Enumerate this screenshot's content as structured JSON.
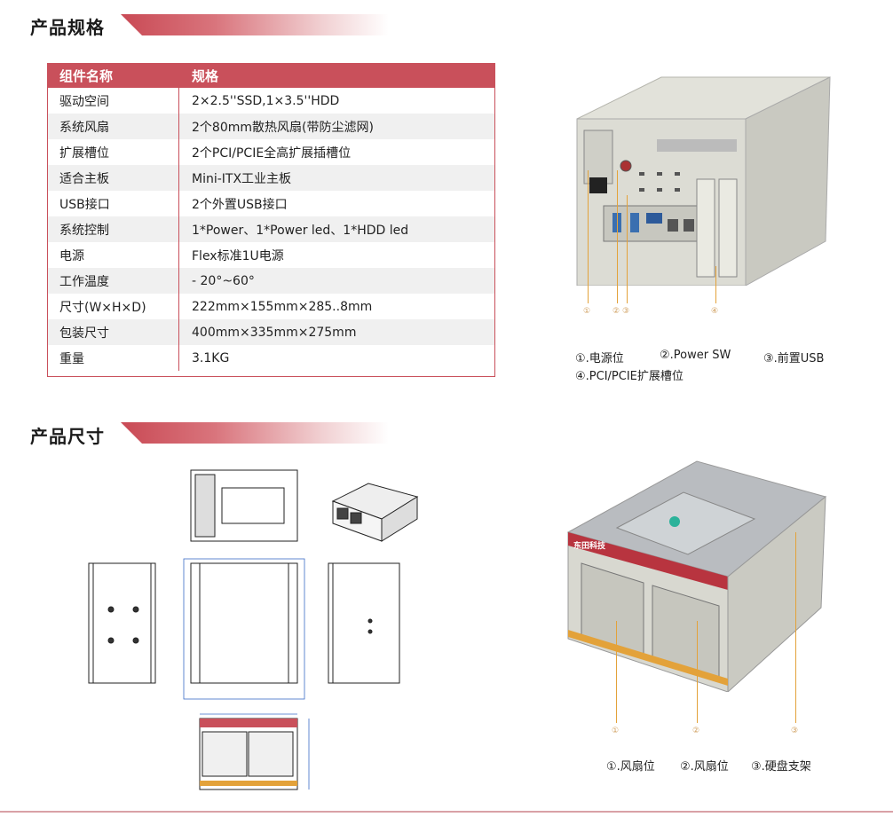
{
  "sections": {
    "spec_title": "产品规格",
    "size_title": "产品尺寸"
  },
  "spec_table": {
    "headers": [
      "组件名称",
      "规格"
    ],
    "rows": [
      [
        "驱动空间",
        "2×2.5''SSD,1×3.5''HDD"
      ],
      [
        "系统风扇",
        "2个80mm散热风扇(带防尘滤网)"
      ],
      [
        "扩展槽位",
        "2个PCI/PCIE全高扩展插槽位"
      ],
      [
        "适合主板",
        "Mini-ITX工业主板"
      ],
      [
        "USB接口",
        "2个外置USB接口"
      ],
      [
        "系统控制",
        "1*Power、1*Power led、1*HDD led"
      ],
      [
        "电源",
        "Flex标准1U电源"
      ],
      [
        "工作温度",
        "- 20°~60°"
      ],
      [
        "尺寸(W×H×D)",
        "222mm×155mm×285..8mm"
      ],
      [
        "包装尺寸",
        "400mm×335mm×275mm"
      ],
      [
        "重量",
        "3.1KG"
      ]
    ]
  },
  "rear_photo": {
    "markers": [
      "①",
      "②",
      "③",
      "④"
    ],
    "captions": [
      "①.电源位",
      "②.Power SW",
      "③.前置USB",
      "④.PCI/PCIE扩展槽位"
    ]
  },
  "front_photo": {
    "markers": [
      "①",
      "②",
      "③"
    ],
    "captions": [
      "①.风扇位",
      "②.风扇位",
      "③.硬盘支架"
    ],
    "logo_text": "东田科技"
  },
  "colors": {
    "accent": "#c9505b",
    "leader": "#e3a23a",
    "chassis": "#d8d8d0"
  }
}
